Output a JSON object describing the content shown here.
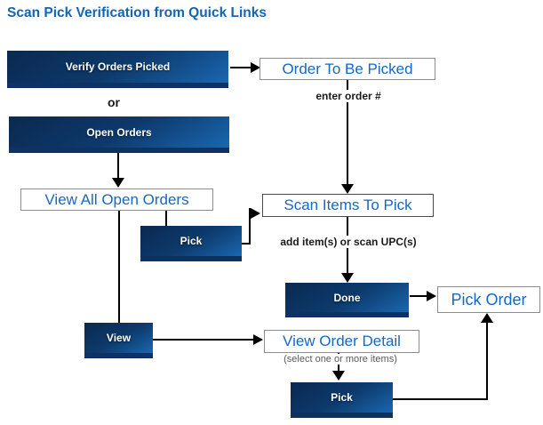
{
  "page_title": "Scan Pick Verification from Quick Links",
  "colors": {
    "title_blue": "#1464b4",
    "label_blue": "#1568c4",
    "button_gradient_dark": "#0a2950",
    "button_gradient_light": "#1a67b0",
    "line_black": "#000000"
  },
  "buttons": {
    "verify_orders_picked": "Verify Orders Picked",
    "open_orders": "Open Orders",
    "pick_middle": "Pick",
    "done": "Done",
    "view": "View",
    "pick_bottom": "Pick"
  },
  "link_labels": {
    "order_to_be_picked": "Order To Be Picked",
    "view_all_open_orders": "View All Open Orders",
    "scan_items_to_pick": "Scan Items To Pick",
    "pick_order": "Pick Order",
    "view_order_detail": "View Order Detail"
  },
  "annotations": {
    "or": "or",
    "enter_order": "enter order #",
    "add_items": "add item(s) or scan UPC(s)",
    "select_items": "(select one or more items)"
  }
}
